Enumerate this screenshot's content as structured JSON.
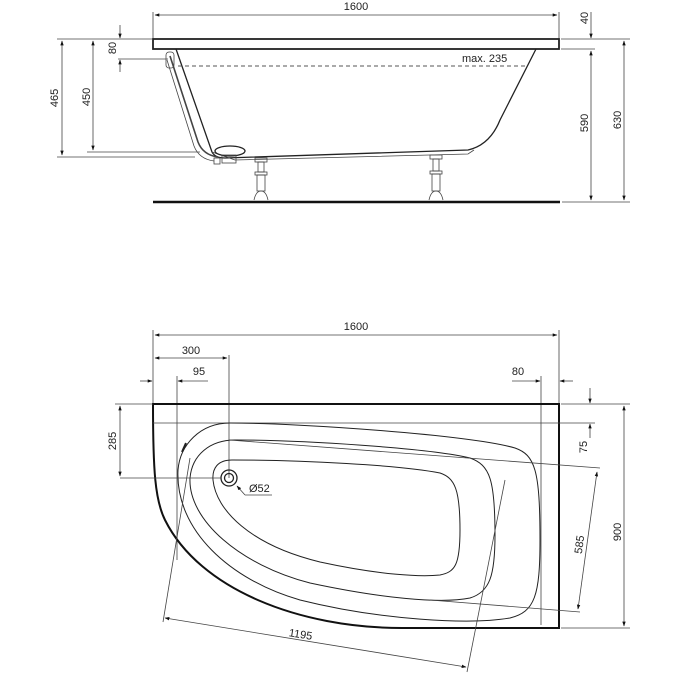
{
  "drawing": {
    "title": "Corner bathtub technical drawing",
    "units": "mm",
    "side_view": {
      "dimensions": {
        "overall_length": "1600",
        "rim_thickness": "40",
        "overflow_offset": "80",
        "height_465": "465",
        "height_450": "450",
        "max_water_level": "max. 235",
        "height_590": "590",
        "height_630": "630"
      }
    },
    "plan_view": {
      "dimensions": {
        "overall_length": "1600",
        "drain_offset_x": "300",
        "left_rim": "95",
        "right_rim": "80",
        "drain_offset_y": "285",
        "back_rim": "75",
        "drain_diameter": "Ø52",
        "inner_width": "585",
        "overall_width": "900",
        "diagonal_length": "1195"
      }
    }
  }
}
